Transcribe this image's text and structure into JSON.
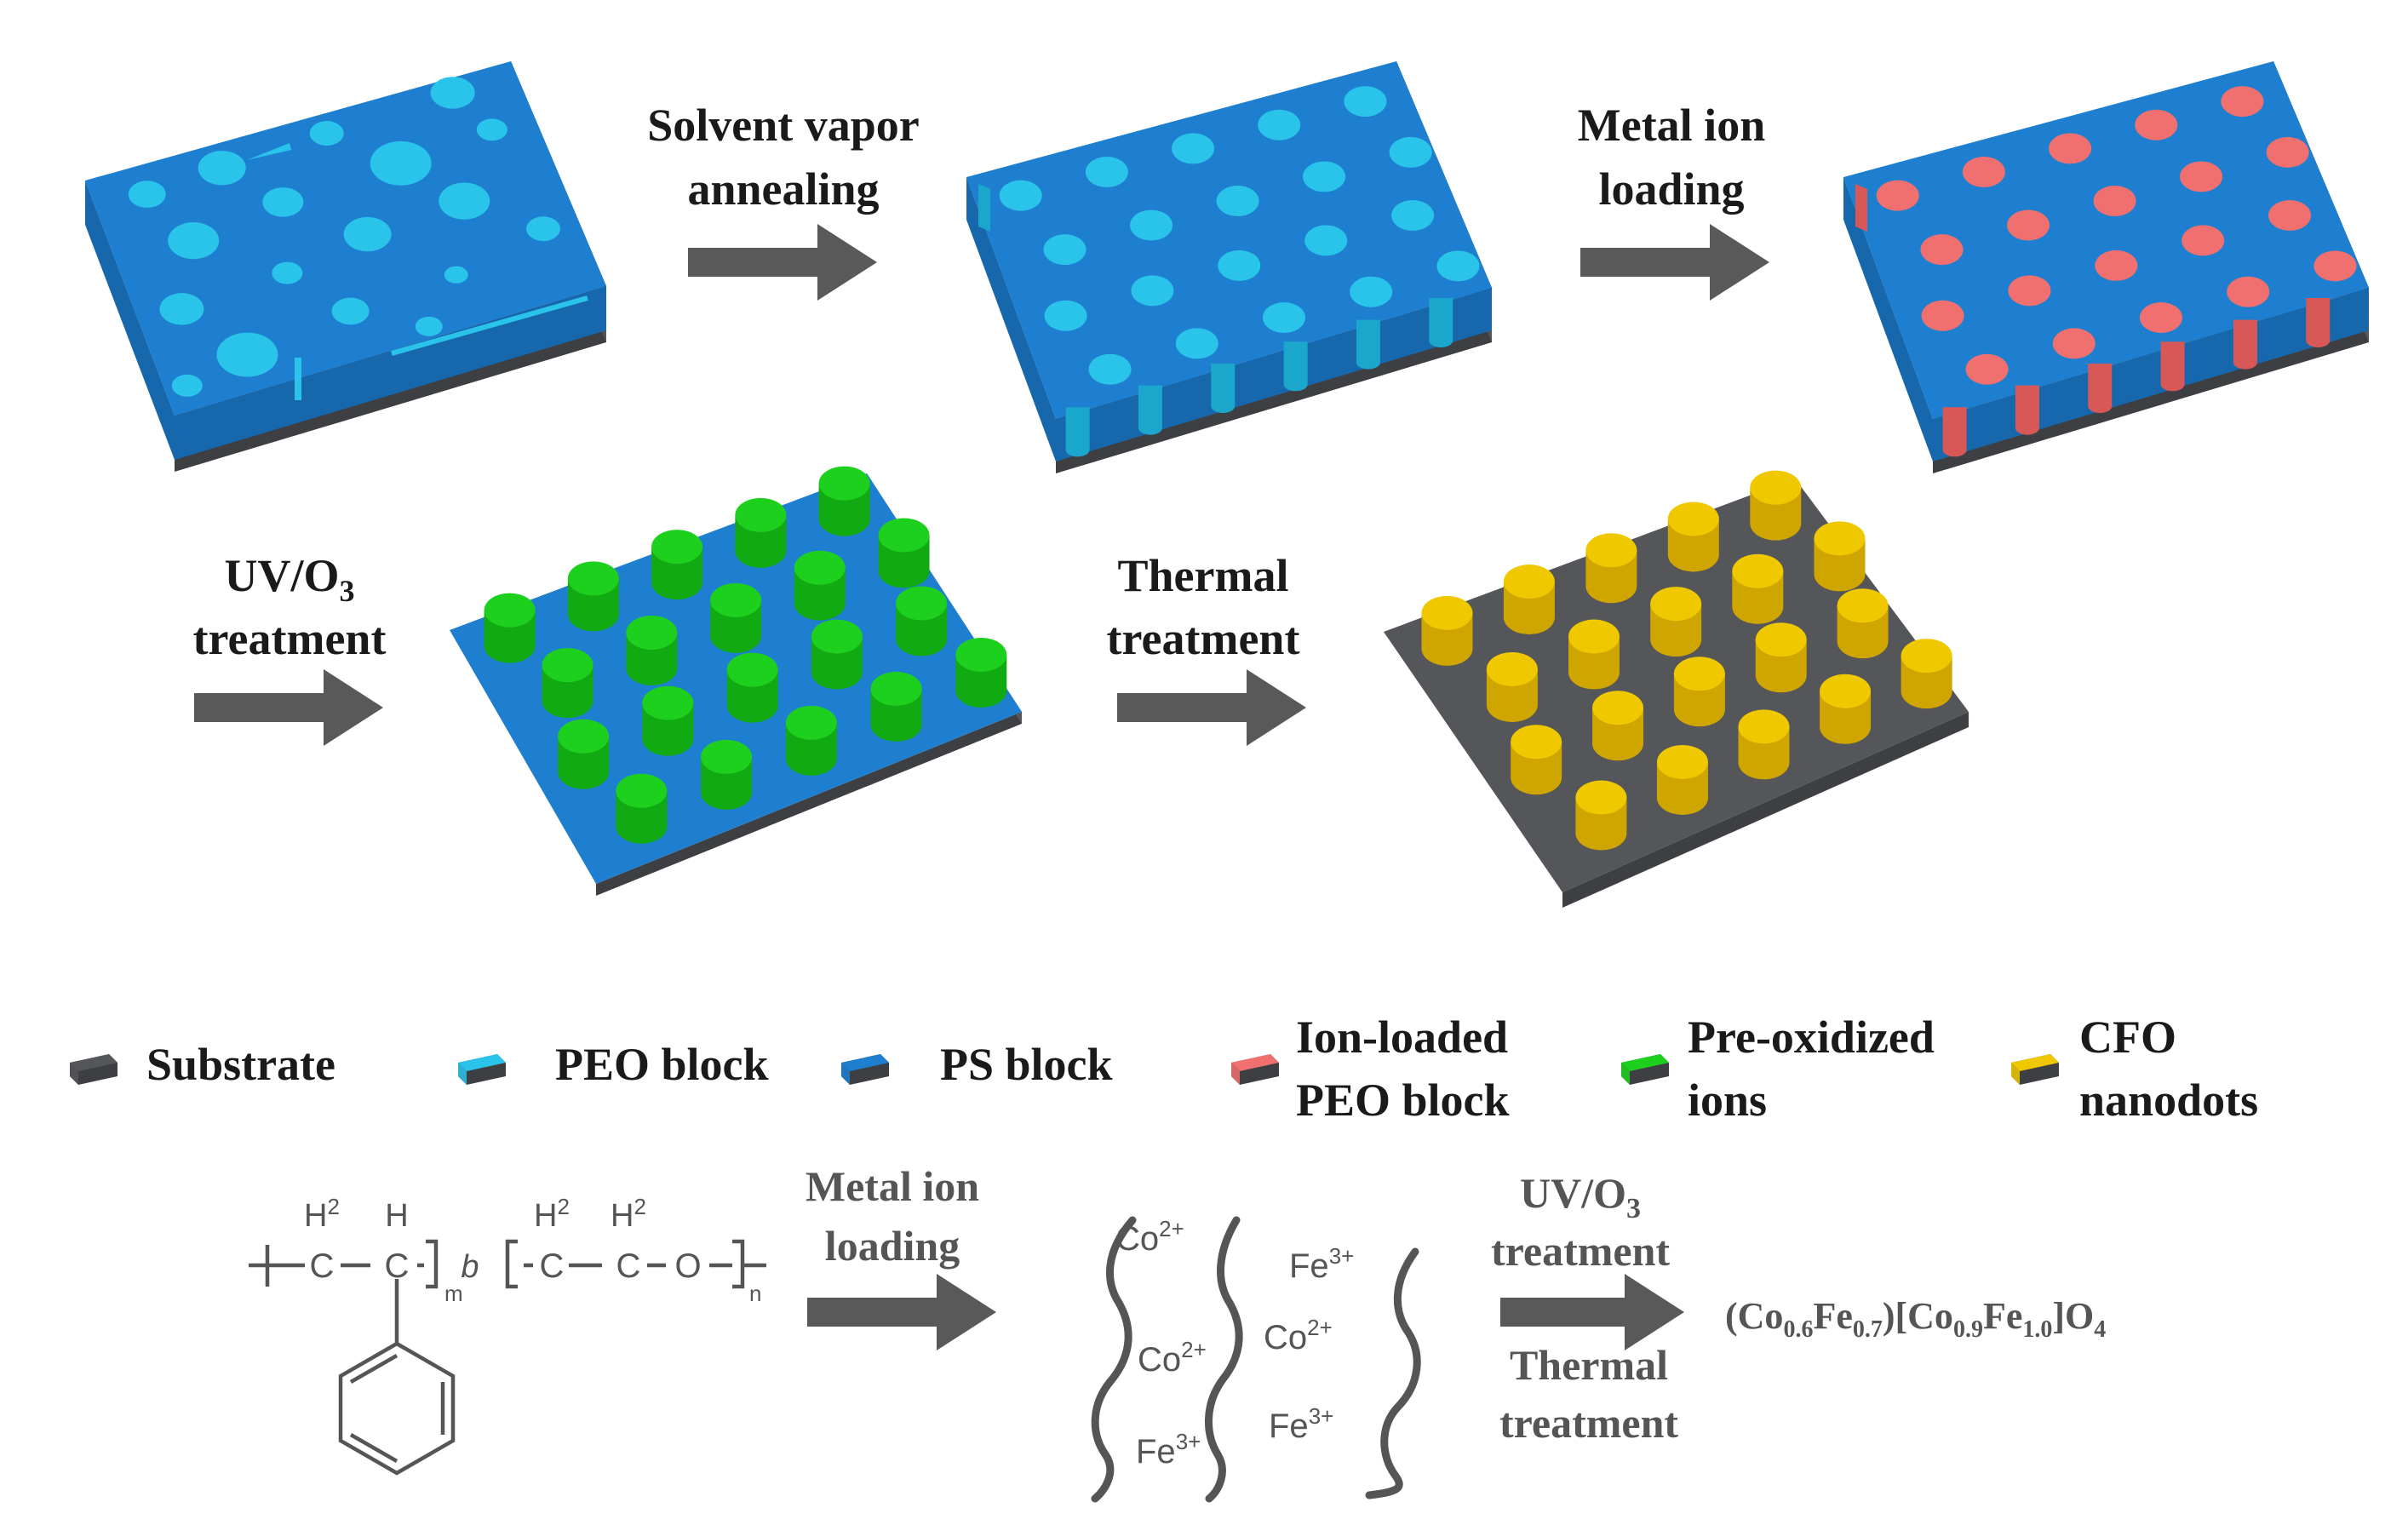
{
  "steps": {
    "svapor": [
      "Solvent vapor",
      "annealing"
    ],
    "metal": [
      "Metal ion",
      "loading"
    ],
    "uv": {
      "base": "UV/O",
      "sub": "3",
      "line2": "treatment"
    },
    "thermal": [
      "Thermal",
      "treatment"
    ]
  },
  "legend": [
    {
      "label": [
        "Substrate"
      ],
      "color": "#555659"
    },
    {
      "label": [
        "PEO block"
      ],
      "color": "#2ac4ea"
    },
    {
      "label": [
        "PS block"
      ],
      "color": "#1e7fd0"
    },
    {
      "label": [
        "Ion-loaded",
        "PEO block"
      ],
      "color": "#f0706f"
    },
    {
      "label": [
        "Pre-oxidized",
        "ions"
      ],
      "color": "#1ed01e"
    },
    {
      "label": [
        "CFO",
        "nanodots"
      ],
      "color": "#f0c800"
    }
  ],
  "chemistry": {
    "polymer": {
      "h2": "H",
      "two": "2",
      "h": "H",
      "c": "C",
      "o": "O",
      "m": "m",
      "b": "b",
      "n": "n"
    },
    "arrow1": [
      "Metal ion",
      "loading"
    ],
    "ions": {
      "co": "Co",
      "fe": "Fe",
      "co_charge": "2+",
      "fe_charge": "3+"
    },
    "arrow2_top": {
      "base": "UV/O",
      "sub": "3",
      "line2": "treatment"
    },
    "arrow2_bottom": [
      "Thermal",
      "treatment"
    ],
    "formula": {
      "p1": "(Co",
      "s1": "0.6",
      "p2": "Fe",
      "s2": "0.7",
      "p3": ")[Co",
      "s3": "0.9",
      "p4": "Fe",
      "s4": "1.0",
      "p5": "]O",
      "s5": "4"
    }
  },
  "colors": {
    "substrate": "#555659",
    "substrate_dark": "#3e3f42",
    "ps_top": "#1e7fd0",
    "ps_side": "#1767ad",
    "peo": "#2ac4ea",
    "peo_side": "#1ba6cc",
    "ion": "#f0706f",
    "ion_side": "#d85857",
    "green": "#1ed01e",
    "green_side": "#12aa12",
    "gold": "#f0c800",
    "gold_side": "#cfa500",
    "arrow": "#595959",
    "chem": "#555555"
  }
}
